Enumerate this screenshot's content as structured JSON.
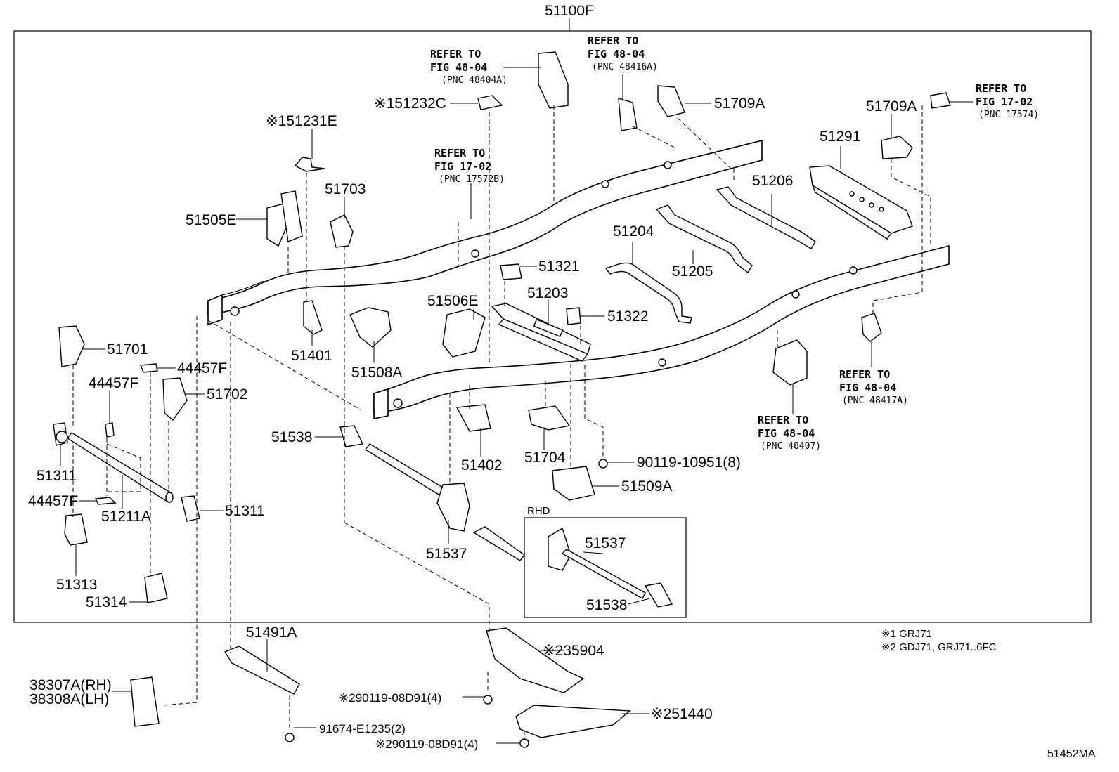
{
  "diagram": {
    "main_label": "51100F",
    "drawing_id": "51452MA",
    "labels": {
      "p51231E": "※151231E",
      "p51232C": "※151232C",
      "p51505E": "51505E",
      "p51703": "51703",
      "p51401": "51401",
      "p51508A": "51508A",
      "p51506E": "51506E",
      "p51321": "51321",
      "p51203": "51203",
      "p51322": "51322",
      "p51204": "51204",
      "p51205": "51205",
      "p51206": "51206",
      "p51709A_1": "51709A",
      "p51709A_2": "51709A",
      "p51291": "51291",
      "p51701": "51701",
      "p44457F_1": "44457F",
      "p44457F_2": "44457F",
      "p44457F_3": "44457F",
      "p51702": "51702",
      "p51311_1": "51311",
      "p51311_2": "51311",
      "p51211A": "51211A",
      "p51313": "51313",
      "p51314": "51314",
      "p51538_1": "51538",
      "p51538_2": "51538",
      "p51402": "51402",
      "p51704": "51704",
      "p90119_10951": "90119-10951(8)",
      "p51509A": "51509A",
      "p51537_1": "51537",
      "p51537_2": "51537",
      "rhd": "RHD",
      "p51491A": "51491A",
      "p38307A": "38307A(RH)",
      "p38308A": "38308A(LH)",
      "p91674": "91674-E1235(2)",
      "p35904": "※235904",
      "p90119_08D91_a": "※290119-08D91(4)",
      "p51440": "※251440",
      "p90119_08D91_b": "※290119-08D91(4)"
    },
    "refers": [
      {
        "l1": "REFER TO",
        "l2": "FIG 48-04",
        "pnc": "(PNC 48404A)"
      },
      {
        "l1": "REFER TO",
        "l2": "FIG 48-04",
        "pnc": "(PNC 48416A)"
      },
      {
        "l1": "REFER TO",
        "l2": "FIG 17-02",
        "pnc": "(PNC 17572B)"
      },
      {
        "l1": "REFER TO",
        "l2": "FIG 17-02",
        "pnc": "(PNC 17574)"
      },
      {
        "l1": "REFER TO",
        "l2": "FIG 48-04",
        "pnc": "(PNC 48417A)"
      },
      {
        "l1": "REFER TO",
        "l2": "FIG 48-04",
        "pnc": "(PNC 48407)"
      }
    ],
    "notes": [
      "※1 GRJ71",
      "※2 GDJ71, GRJ71..6FC"
    ]
  }
}
